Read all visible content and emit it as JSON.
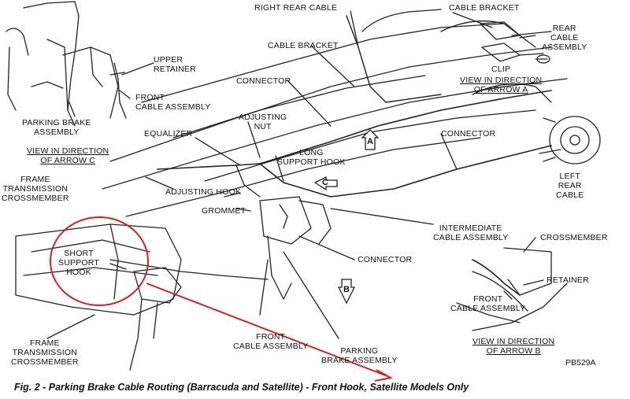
{
  "labels": {
    "right_rear_cable": "RIGHT REAR CABLE",
    "cable_bracket_top": "CABLE BRACKET",
    "cable_bracket_mid": "CABLE BRACKET",
    "rear_cable_assembly": [
      "REAR",
      "CABLE",
      "ASSEMBLY"
    ],
    "clip": "CLIP",
    "view_arrow_a": [
      "VIEW IN DIRECTION",
      "OF ARROW A"
    ],
    "upper_retainer": [
      "UPPER",
      "RETAINER"
    ],
    "front_cable_assembly_top": [
      "FRONT",
      "CABLE ASSEMBLY"
    ],
    "connector_top": "CONNECTOR",
    "parking_brake_assembly_top": [
      "PARKING BRAKE",
      "ASSEMBLY"
    ],
    "adjusting_nut": [
      "ADJUSTING",
      "NUT"
    ],
    "equalizer": "EQUALIZER",
    "connector_right": "CONNECTOR",
    "view_arrow_c": [
      "VIEW IN DIRECTION",
      "OF ARROW C"
    ],
    "long_support_hook": [
      "LONG",
      "SUPPORT HOOK"
    ],
    "left_rear_cable": [
      "LEFT",
      "REAR",
      "CABLE"
    ],
    "frame_transmission_crossmember_top": [
      "FRAME",
      "TRANSMISSION",
      "CROSSMEMBER"
    ],
    "adjusting_hook": "ADJUSTING HOOK",
    "grommet": "GROMMET",
    "intermediate_cable_assembly": [
      "INTERMEDIATE",
      "CABLE ASSEMBLY"
    ],
    "short_support_hook": [
      "SHORT",
      "SUPPORT",
      "HOOK"
    ],
    "connector_bottom": "CONNECTOR",
    "crossmember": "CROSSMEMBER",
    "retainer": "RETAINER",
    "front_cable_assembly_right": [
      "FRONT",
      "CABLE ASSEMBLY"
    ],
    "frame_transmission_crossmember_bottom": [
      "FRAME",
      "TRANSMISSION",
      "CROSSMEMBER"
    ],
    "front_cable_assembly_bottom": [
      "FRONT",
      "CABLE ASSEMBLY"
    ],
    "parking_brake_assembly_bottom": [
      "PARKING",
      "BRAKE ASSEMBLY"
    ],
    "view_arrow_b": [
      "VIEW IN DIRECTION",
      "OF ARROW B"
    ]
  },
  "arrow_tags": {
    "a": "A",
    "b": "B",
    "c": "C"
  },
  "figure_code": "PB529A",
  "caption": "Fig. 2 - Parking Brake Cable Routing (Barracuda and Satellite) - Front Hook, Satellite Models Only",
  "colors": {
    "ink": "#111111",
    "annotation": "#d42020",
    "background": "#ffffff"
  }
}
